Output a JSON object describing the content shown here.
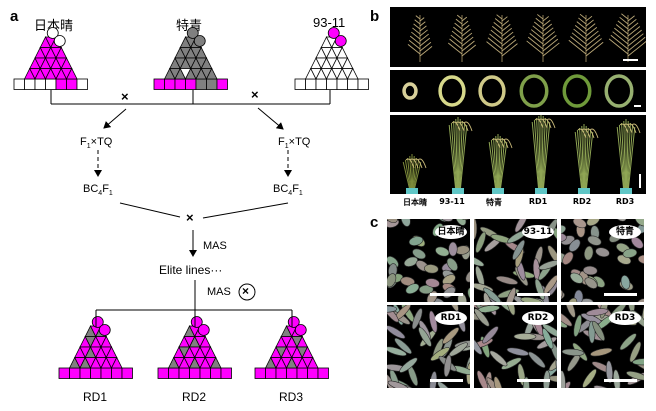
{
  "panels": {
    "a": {
      "letter": "a",
      "parents": [
        {
          "name": "日本晴",
          "palette": "nipponbare"
        },
        {
          "name": "特青",
          "palette": "teqing"
        },
        {
          "name": "93-11",
          "palette": "9311"
        }
      ],
      "cross_symbol": "×",
      "f1_label_prefix": "F",
      "f1_label_sub": "1",
      "f1_label_suffix": "×TQ",
      "bc_label_prefix": "BC",
      "bc_label_sub1": "4",
      "bc_label_mid": "F",
      "bc_label_sub2": "1",
      "mas_label_1": "MAS",
      "elite_label": "Elite lines···",
      "mas_label_2": "MAS",
      "selfing_symbol": "⊗",
      "offspring": [
        {
          "name": "RD1"
        },
        {
          "name": "RD2"
        },
        {
          "name": "RD3"
        }
      ],
      "colors": {
        "magenta": "#ff00ff",
        "gray": "#808080",
        "white": "#ffffff",
        "outline": "#000000"
      }
    },
    "b": {
      "letter": "b",
      "plant_labels": [
        "日本晴",
        "93-11",
        "特青",
        "RD1",
        "RD2",
        "RD3"
      ]
    },
    "c": {
      "letter": "c",
      "grains": [
        {
          "label": "日本晴",
          "shape": "round"
        },
        {
          "label": "93-11",
          "shape": "long"
        },
        {
          "label": "特青",
          "shape": "round"
        },
        {
          "label": "RD1",
          "shape": "long"
        },
        {
          "label": "RD2",
          "shape": "long"
        },
        {
          "label": "RD3",
          "shape": "long"
        }
      ]
    }
  }
}
